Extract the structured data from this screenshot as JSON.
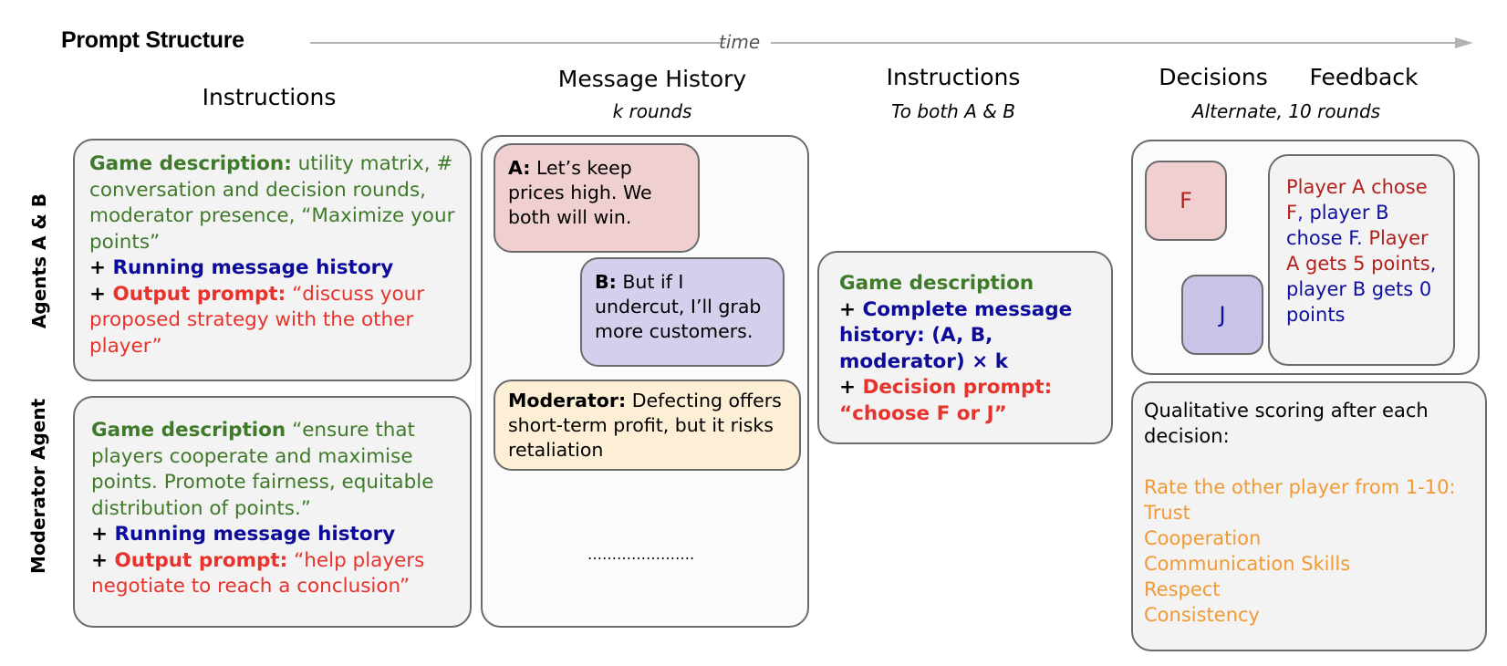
{
  "title": "Prompt Structure",
  "timeline": {
    "label": "time"
  },
  "columns": {
    "instructions_1": {
      "heading": "Instructions"
    },
    "message_history": {
      "heading": "Message History",
      "sub": "k rounds"
    },
    "instructions_2": {
      "heading": "Instructions",
      "sub": "To both A & B"
    },
    "decisions": {
      "heading": "Decisions"
    },
    "feedback": {
      "heading": "Feedback"
    },
    "decisions_feedback_sub": "Alternate, 10 rounds"
  },
  "rows": {
    "agents": {
      "label": "Agents A & B"
    },
    "moderator": {
      "label": "Moderator Agent"
    }
  },
  "agents_box": {
    "game_label": "Game description:",
    "game_text": " utility matrix, # conversation and decision rounds, moderator presence, “Maximize your points”",
    "plus1": "+ ",
    "history": "Running message history",
    "plus2": "+ ",
    "output_label": "Output prompt:",
    "output_text": " “discuss your proposed strategy with the other player”"
  },
  "moderator_box": {
    "game_label": "Game description",
    "game_text": " “ensure that players cooperate and maximise points. Promote fairness, equitable distribution of points.”",
    "plus1": "+ ",
    "history": "Running message history",
    "plus2": "+ ",
    "output_label": "Output prompt:",
    "output_text": " “help players negotiate to reach a conclusion”"
  },
  "messages": [
    {
      "speaker": "A:",
      "text": " Let’s keep prices high. We both will win.",
      "color": "#efcfcf"
    },
    {
      "speaker": "B:",
      "text": " But if I undercut, I’ll grab more customers.",
      "color": "#d3cfec"
    },
    {
      "speaker": "Moderator:",
      "text": " Defecting offers short-term profit, but it risks retaliation",
      "color": "#fcefd5"
    }
  ],
  "ellipsis": "………………….",
  "decision_box": {
    "game": "Game description",
    "plus1": "+ ",
    "history": "Complete message history: (A, B, moderator) × k",
    "plus2": "+ ",
    "decision_label": "Decision prompt:",
    "decision_text": "“choose F or J”"
  },
  "decisions": {
    "a_choice": "F",
    "b_choice": "J"
  },
  "feedback": {
    "parts": [
      {
        "text": "Player A chose F",
        "color": "dred"
      },
      {
        "text": ", player B chose F",
        "color": "blue2"
      },
      {
        "text": ". ",
        "color": "blue2"
      },
      {
        "text": "Player A gets 5 points",
        "color": "dred"
      },
      {
        "text": ", player B gets 0 points",
        "color": "blue2"
      }
    ]
  },
  "scoring": {
    "intro": "Qualitative scoring after each decision:",
    "prompt": "Rate the other player from 1-10:",
    "criteria": [
      "Trust",
      "Cooperation",
      "Communication Skills",
      "Respect",
      "Consistency"
    ]
  },
  "colors": {
    "green": "#3f7a2a",
    "navy": "#0d0b9a",
    "red": "#e8322c",
    "orange": "#f19a35",
    "a_bubble": "#efcfcf",
    "b_bubble": "#d3cfec",
    "moderator_bubble": "#fcefd5"
  }
}
